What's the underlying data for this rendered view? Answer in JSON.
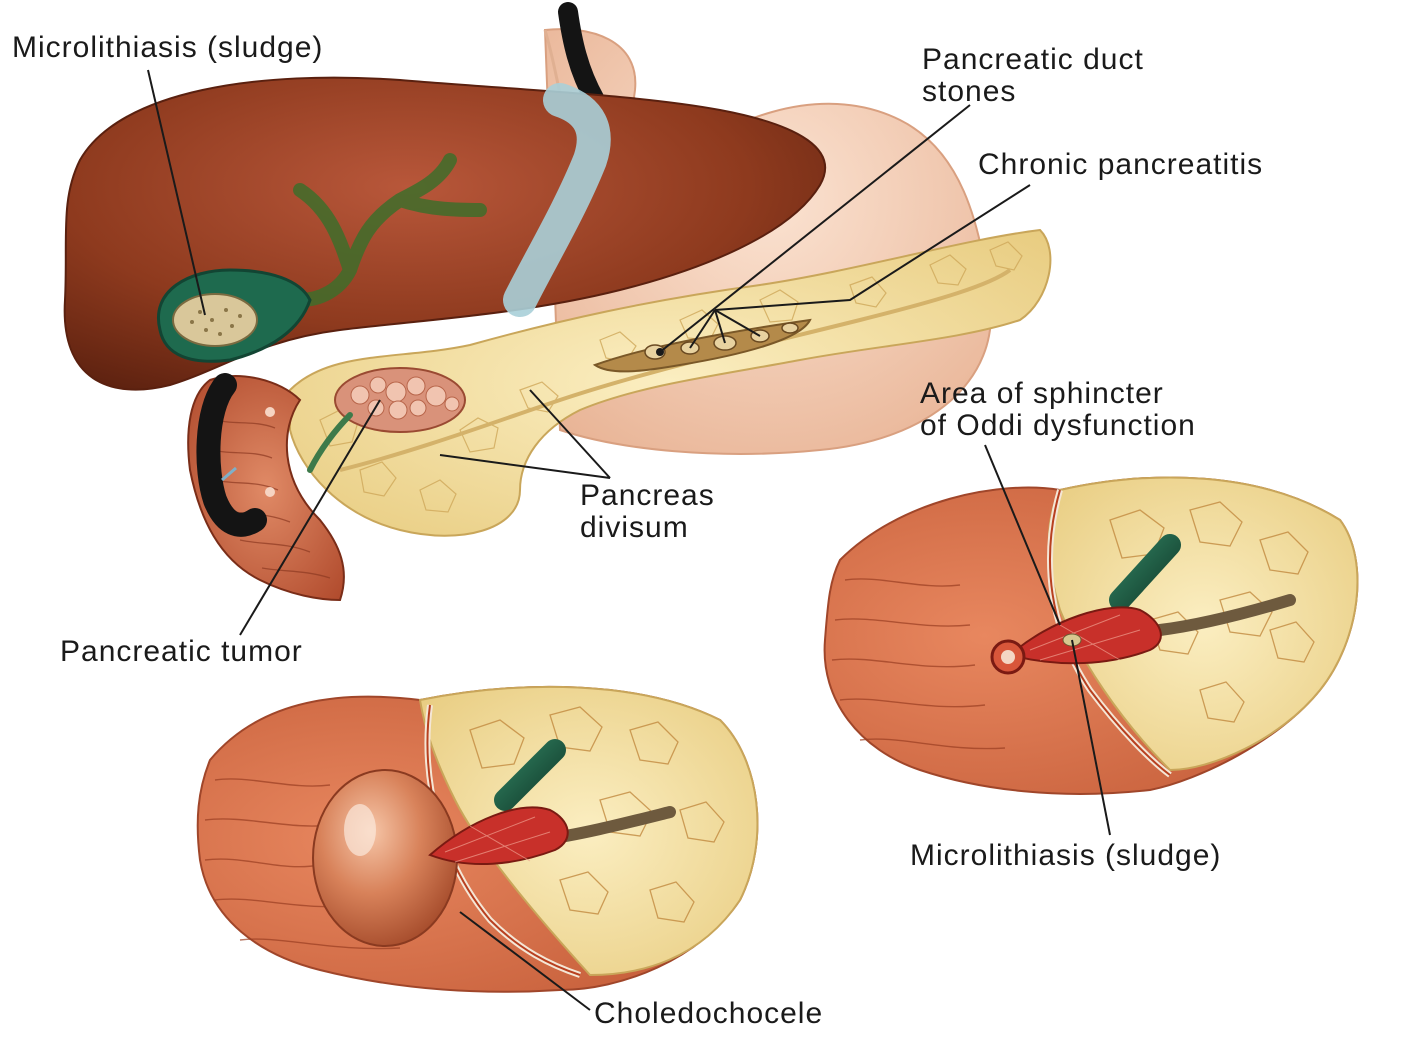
{
  "labels": {
    "microlithiasis_top": "Microlithiasis (sludge)",
    "pancreatic_duct_stones_line1": "Pancreatic duct",
    "pancreatic_duct_stones_line2": "stones",
    "chronic_pancreatitis": "Chronic pancreatitis",
    "pancreas_divisum_line1": "Pancreas",
    "pancreas_divisum_line2": "divisum",
    "pancreatic_tumor": "Pancreatic tumor",
    "sphincter_line1": "Area of sphincter",
    "sphincter_line2": "of Oddi dysfunction",
    "microlithiasis_bottom": "Microlithiasis (sludge)",
    "choledochocele": "Choledochocele"
  },
  "colors": {
    "liver": "#8e3a1e",
    "pancreas": "#f2dc9a",
    "stomach": "#f0c4a8",
    "duodenum": "#c8593a",
    "bile_duct": "#2e6b4a",
    "endoscope": "#141414",
    "leader_line": "#1a1a1a"
  }
}
